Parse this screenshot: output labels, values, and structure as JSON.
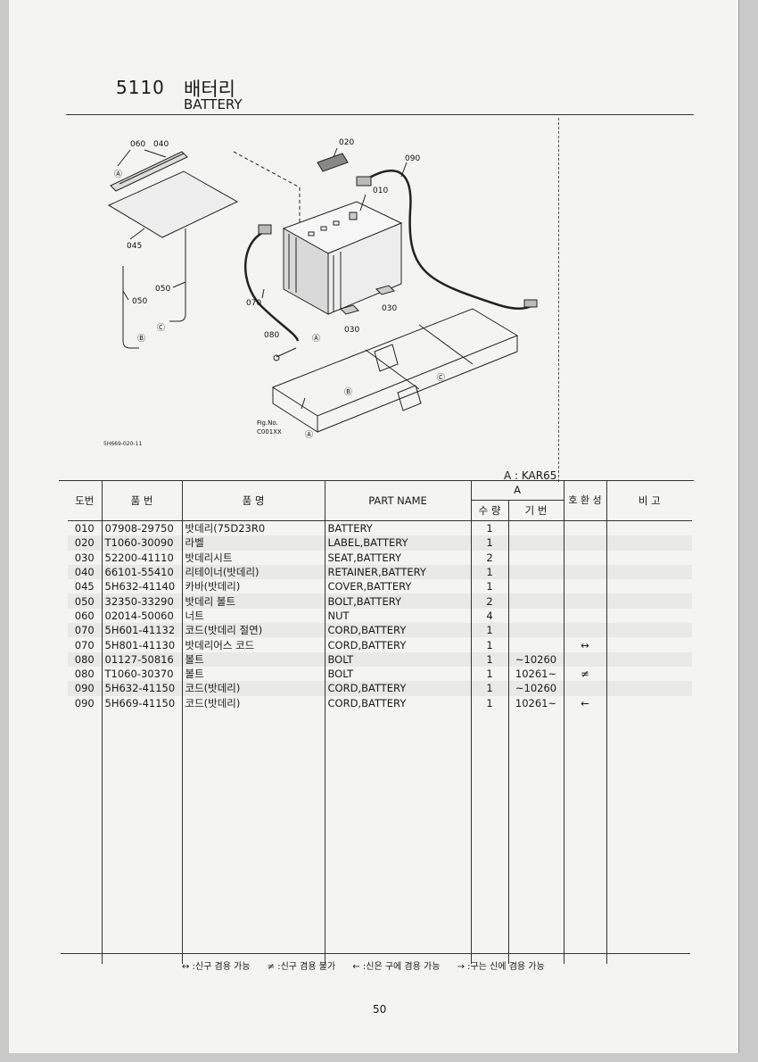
{
  "header": {
    "number": "5110",
    "title_ko": "배터리",
    "title_en": "BATTERY"
  },
  "figure": {
    "labels": [
      "060",
      "040",
      "020",
      "090",
      "010",
      "045",
      "050",
      "050",
      "070",
      "030",
      "030",
      "080"
    ],
    "markers": [
      "Ⓐ",
      "Ⓑ",
      "Ⓒ",
      "Ⓑ",
      "Ⓒ",
      "Ⓐ",
      "Ⓐ"
    ],
    "fig_no": "Fig.No.",
    "fig_code": "C001XX",
    "drawing_code": "5H669-020-11"
  },
  "model_label": "A : KAR65",
  "table": {
    "headers": {
      "ref": "도번",
      "part_no": "품 번",
      "name_ko": "품 명",
      "part_name": "PART NAME",
      "group_a": "A",
      "qty": "수 량",
      "base": "기 번",
      "compat": "호 환 성",
      "note": "비 고"
    },
    "rows": [
      {
        "ref": "010",
        "part_no": "07908-29750",
        "name_ko": "밧데리(75D23R0",
        "part_name": "BATTERY",
        "qty": "1",
        "base": "",
        "compat": ""
      },
      {
        "ref": "020",
        "part_no": "T1060-30090",
        "name_ko": "라벨",
        "part_name": "LABEL,BATTERY",
        "qty": "1",
        "base": "",
        "compat": ""
      },
      {
        "ref": "030",
        "part_no": "52200-41110",
        "name_ko": "밧데리시트",
        "part_name": "SEAT,BATTERY",
        "qty": "2",
        "base": "",
        "compat": ""
      },
      {
        "ref": "040",
        "part_no": "66101-55410",
        "name_ko": "리테이너(밧데리)",
        "part_name": "RETAINER,BATTERY",
        "qty": "1",
        "base": "",
        "compat": ""
      },
      {
        "ref": "045",
        "part_no": "5H632-41140",
        "name_ko": "카바(밧데리)",
        "part_name": "COVER,BATTERY",
        "qty": "1",
        "base": "",
        "compat": ""
      },
      {
        "ref": "050",
        "part_no": "32350-33290",
        "name_ko": "밧데리 볼트",
        "part_name": "BOLT,BATTERY",
        "qty": "2",
        "base": "",
        "compat": ""
      },
      {
        "ref": "060",
        "part_no": "02014-50060",
        "name_ko": "너트",
        "part_name": "NUT",
        "qty": "4",
        "base": "",
        "compat": ""
      },
      {
        "ref": "070",
        "part_no": "5H601-41132",
        "name_ko": "코드(밧데리 절연)",
        "part_name": "CORD,BATTERY",
        "qty": "1",
        "base": "",
        "compat": ""
      },
      {
        "ref": "070",
        "part_no": "5H801-41130",
        "name_ko": "밧데리어스 코드",
        "part_name": "CORD,BATTERY",
        "qty": "1",
        "base": "",
        "compat": "↔"
      },
      {
        "ref": "080",
        "part_no": "01127-50816",
        "name_ko": "볼트",
        "part_name": "BOLT",
        "qty": "1",
        "base": "~10260",
        "compat": ""
      },
      {
        "ref": "080",
        "part_no": "T1060-30370",
        "name_ko": "볼트",
        "part_name": "BOLT",
        "qty": "1",
        "base": "10261~",
        "compat": "≠"
      },
      {
        "ref": "090",
        "part_no": "5H632-41150",
        "name_ko": "코드(밧데리)",
        "part_name": "CORD,BATTERY",
        "qty": "1",
        "base": "~10260",
        "compat": ""
      },
      {
        "ref": "090",
        "part_no": "5H669-41150",
        "name_ko": "코드(밧데리)",
        "part_name": "CORD,BATTERY",
        "qty": "1",
        "base": "10261~",
        "compat": "←"
      }
    ]
  },
  "legend": {
    "a": "↔ :신구 겸용 가능",
    "b": "≠ :신구 겸용 불가",
    "c": "← :신은 구에 겸용 가능",
    "d": "→ :구는 신에 겸용 가능"
  },
  "page_number": "50"
}
